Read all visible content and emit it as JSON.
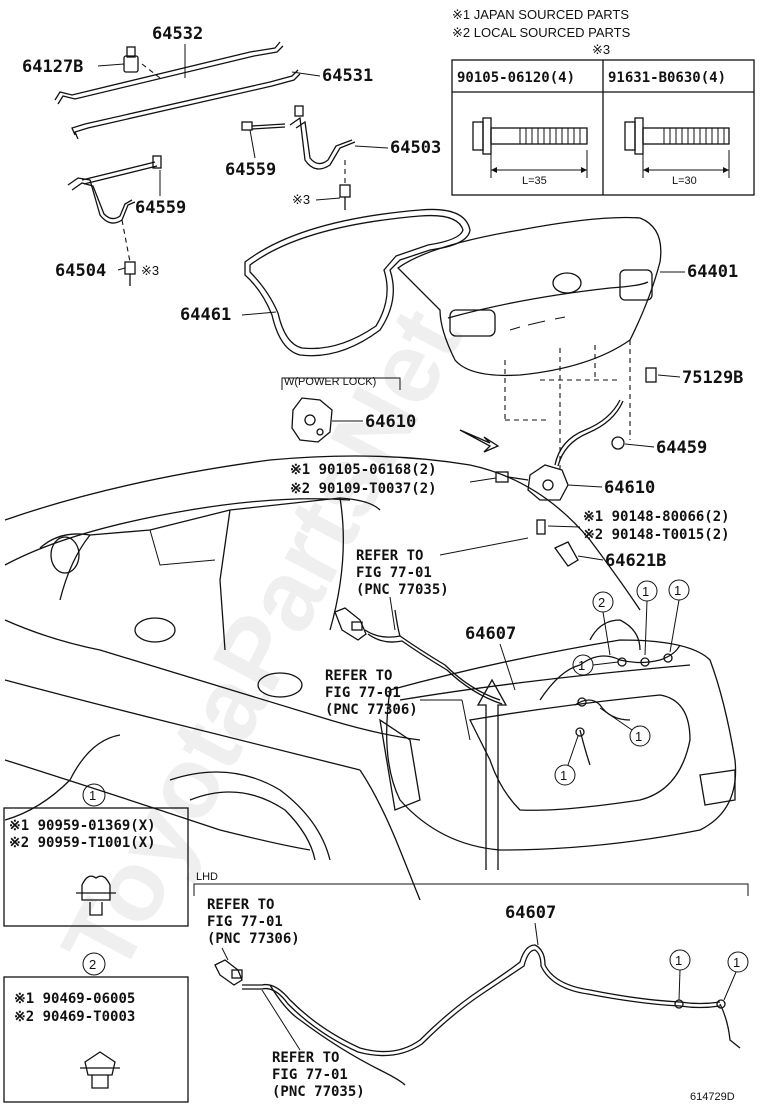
{
  "notes": {
    "japan": "※1 JAPAN SOURCED PARTS",
    "local": "※2 LOCAL SOURCED PARTS"
  },
  "bolt_table": {
    "marker": "※3",
    "bolt1_part": "90105-06120(4)",
    "bolt1_len": "L=35",
    "bolt2_part": "91631-B0630(4)",
    "bolt2_len": "L=30"
  },
  "parts": {
    "p64532": "64532",
    "p64127B": "64127B",
    "p64531": "64531",
    "p64503": "64503",
    "p64559a": "64559",
    "p64559b": "64559",
    "p64504": "64504",
    "p64461": "64461",
    "p64401": "64401",
    "p75129B": "75129B",
    "p64610a": "64610",
    "p64610b": "64610",
    "p64459": "64459",
    "p64621B": "64621B",
    "p64607a": "64607",
    "p64607b": "64607"
  },
  "marks": {
    "m3a": "※3",
    "m3b": "※3"
  },
  "power_lock_label": "W(POWER LOCK)",
  "fasteners": {
    "screw_j": "※1 90105-06168(2)",
    "screw_l": "※2 90109-T0037(2)",
    "bolt_j": "※1 90148-80066(2)",
    "bolt_l": "※2 90148-T0015(2)"
  },
  "refs": {
    "r1": [
      "REFER TO",
      "FIG 77-01",
      "(PNC 77035)"
    ],
    "r2": [
      "REFER TO",
      "FIG 77-01",
      "(PNC 77306)"
    ],
    "r3": [
      "REFER TO",
      "FIG 77-01",
      "(PNC 77306)"
    ],
    "r4": [
      "REFER TO",
      "FIG 77-01",
      "(PNC 77035)"
    ]
  },
  "clamp1": {
    "num": "1",
    "j": "※1 90959-01369(X)",
    "l": "※2 90959-T1001(X)"
  },
  "clamp2": {
    "num": "2",
    "j": "※1 90469-06005",
    "l": "※2 90469-T0003"
  },
  "balloons": {
    "one": "1",
    "two": "2"
  },
  "lhd_label": "LHD",
  "illustration_code": "614729D",
  "watermark": "ToyotaPartsNet"
}
